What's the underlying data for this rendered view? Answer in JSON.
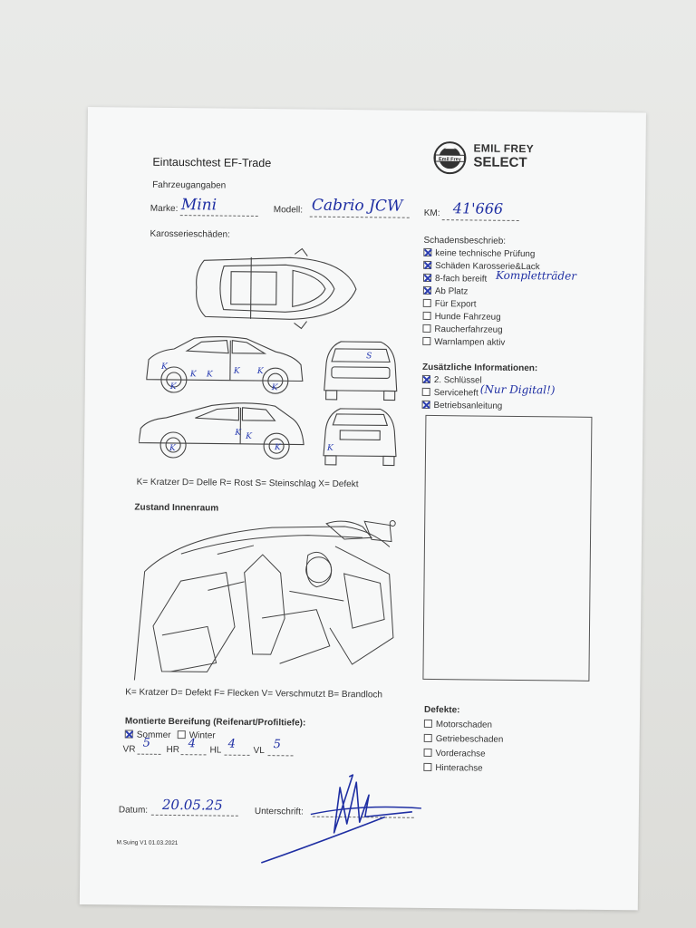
{
  "header": {
    "title": "Eintauschtest EF-Trade",
    "brand_line1": "EMIL FREY",
    "brand_line2": "SELECT",
    "emblem_text": "Emil Frey"
  },
  "vehicle": {
    "section": "Fahrzeugangaben",
    "marke_label": "Marke:",
    "marke_value": "Mini",
    "modell_label": "Modell:",
    "modell_value": "Cabrio JCW",
    "km_label": "KM:",
    "km_value": "41'666"
  },
  "body_damage": {
    "section": "Karosserieschäden:",
    "legend": "K= Kratzer D= Delle R= Rost S= Steinschlag X= Defekt",
    "marks_front": "S",
    "marks_side1": [
      "K",
      "K",
      "K",
      "K",
      "K",
      "K",
      "K"
    ],
    "marks_side2": [
      "K",
      "K",
      "K",
      "K"
    ],
    "marks_rear": "K"
  },
  "damage_desc": {
    "section": "Schadensbeschrieb:",
    "items": [
      {
        "label": "keine technische Prüfung",
        "checked": true
      },
      {
        "label": "Schäden Karosserie&Lack",
        "checked": true
      },
      {
        "label": "8-fach bereift",
        "checked": true
      },
      {
        "label": "Ab Platz",
        "checked": true
      },
      {
        "label": "Für Export",
        "checked": false
      },
      {
        "label": "Hunde Fahrzeug",
        "checked": false
      },
      {
        "label": "Raucherfahrzeug",
        "checked": false
      },
      {
        "label": "Warnlampen aktiv",
        "checked": false
      }
    ],
    "handwritten_note": "Kompletträder"
  },
  "extra_info": {
    "section": "Zusätzliche Informationen:",
    "items": [
      {
        "label": "2. Schlüssel",
        "checked": true
      },
      {
        "label": "Serviceheft",
        "checked": false
      },
      {
        "label": "Betriebsanleitung",
        "checked": true
      }
    ],
    "handwritten_note": "(Nur Digital!)"
  },
  "interior": {
    "section": "Zustand Innenraum",
    "legend": "K= Kratzer D= Defekt F= Flecken V= Verschmutzt B= Brandloch"
  },
  "tires": {
    "section": "Montierte Bereifung (Reifenart/Profiltiefe):",
    "summer_label": "Sommer",
    "summer_checked": true,
    "winter_label": "Winter",
    "winter_checked": false,
    "vr_label": "VR",
    "vr_value": "5",
    "hr_label": "HR",
    "hr_value": "4",
    "hl_label": "HL",
    "hl_value": "4",
    "vl_label": "VL",
    "vl_value": "5"
  },
  "defects": {
    "section": "Defekte:",
    "items": [
      {
        "label": "Motorschaden",
        "checked": false
      },
      {
        "label": "Getriebeschaden",
        "checked": false
      },
      {
        "label": "Vorderachse",
        "checked": false
      },
      {
        "label": "Hinterachse",
        "checked": false
      }
    ]
  },
  "footer": {
    "date_label": "Datum:",
    "date_value": "20.05.25",
    "signature_label": "Unterschrift:",
    "version": "M.Suing V1 01.03.2021"
  }
}
